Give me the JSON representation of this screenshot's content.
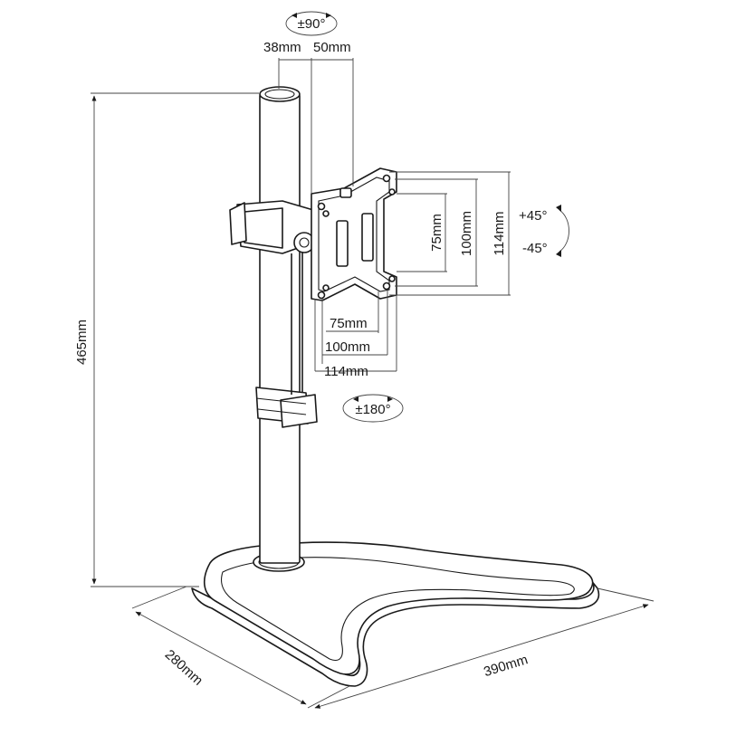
{
  "dimensions": {
    "height": "465mm",
    "depth": "280mm",
    "width": "390mm",
    "offset_a": "38mm",
    "offset_b": "50mm",
    "vesa_h_75": "75mm",
    "vesa_h_100": "100mm",
    "vesa_h_114": "114mm",
    "vesa_v_75": "75mm",
    "vesa_v_100": "100mm",
    "vesa_v_114": "114mm"
  },
  "rotations": {
    "swivel": "±90°",
    "tilt_up": "+45°",
    "tilt_down": "-45°",
    "rotate": "±180°"
  },
  "colors": {
    "line": "#1a1a1a",
    "background": "#ffffff"
  }
}
